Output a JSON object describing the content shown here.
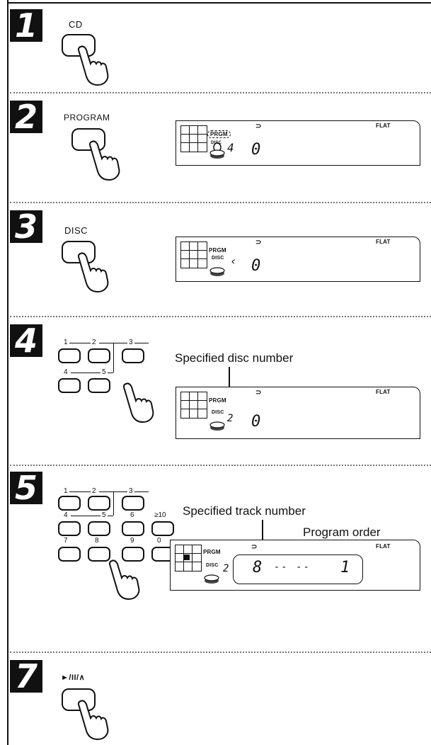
{
  "steps": [
    {
      "number": "1",
      "button_label": "CD"
    },
    {
      "number": "2",
      "button_label": "PROGRAM"
    },
    {
      "number": "3",
      "button_label": "DISC"
    },
    {
      "number": "4",
      "annotation": "Specified disc number"
    },
    {
      "number": "5",
      "annotation_track": "Specified track number",
      "annotation_order": "Program order"
    },
    {
      "number": "7",
      "button_label": "►/II/∧"
    }
  ],
  "lcd": {
    "flat": "FLAT",
    "prgm": "PRGM",
    "disc": "DISC",
    "repeat_symbol": "⊃",
    "step2_disc_digit": "4",
    "step3_disc_digit": "‹",
    "step4_disc_digit": "2",
    "step5_disc_digit": "2",
    "main_digit": "0",
    "track_digit": "8",
    "dashes": "-- --",
    "order_digit": "1"
  },
  "keypad4": {
    "labels": [
      "1",
      "2",
      "3",
      "4",
      "5"
    ]
  },
  "keypad5": {
    "labels": [
      "1",
      "2",
      "3",
      "4",
      "5",
      "6",
      "≥10",
      "7",
      "8",
      "9",
      "0"
    ]
  }
}
